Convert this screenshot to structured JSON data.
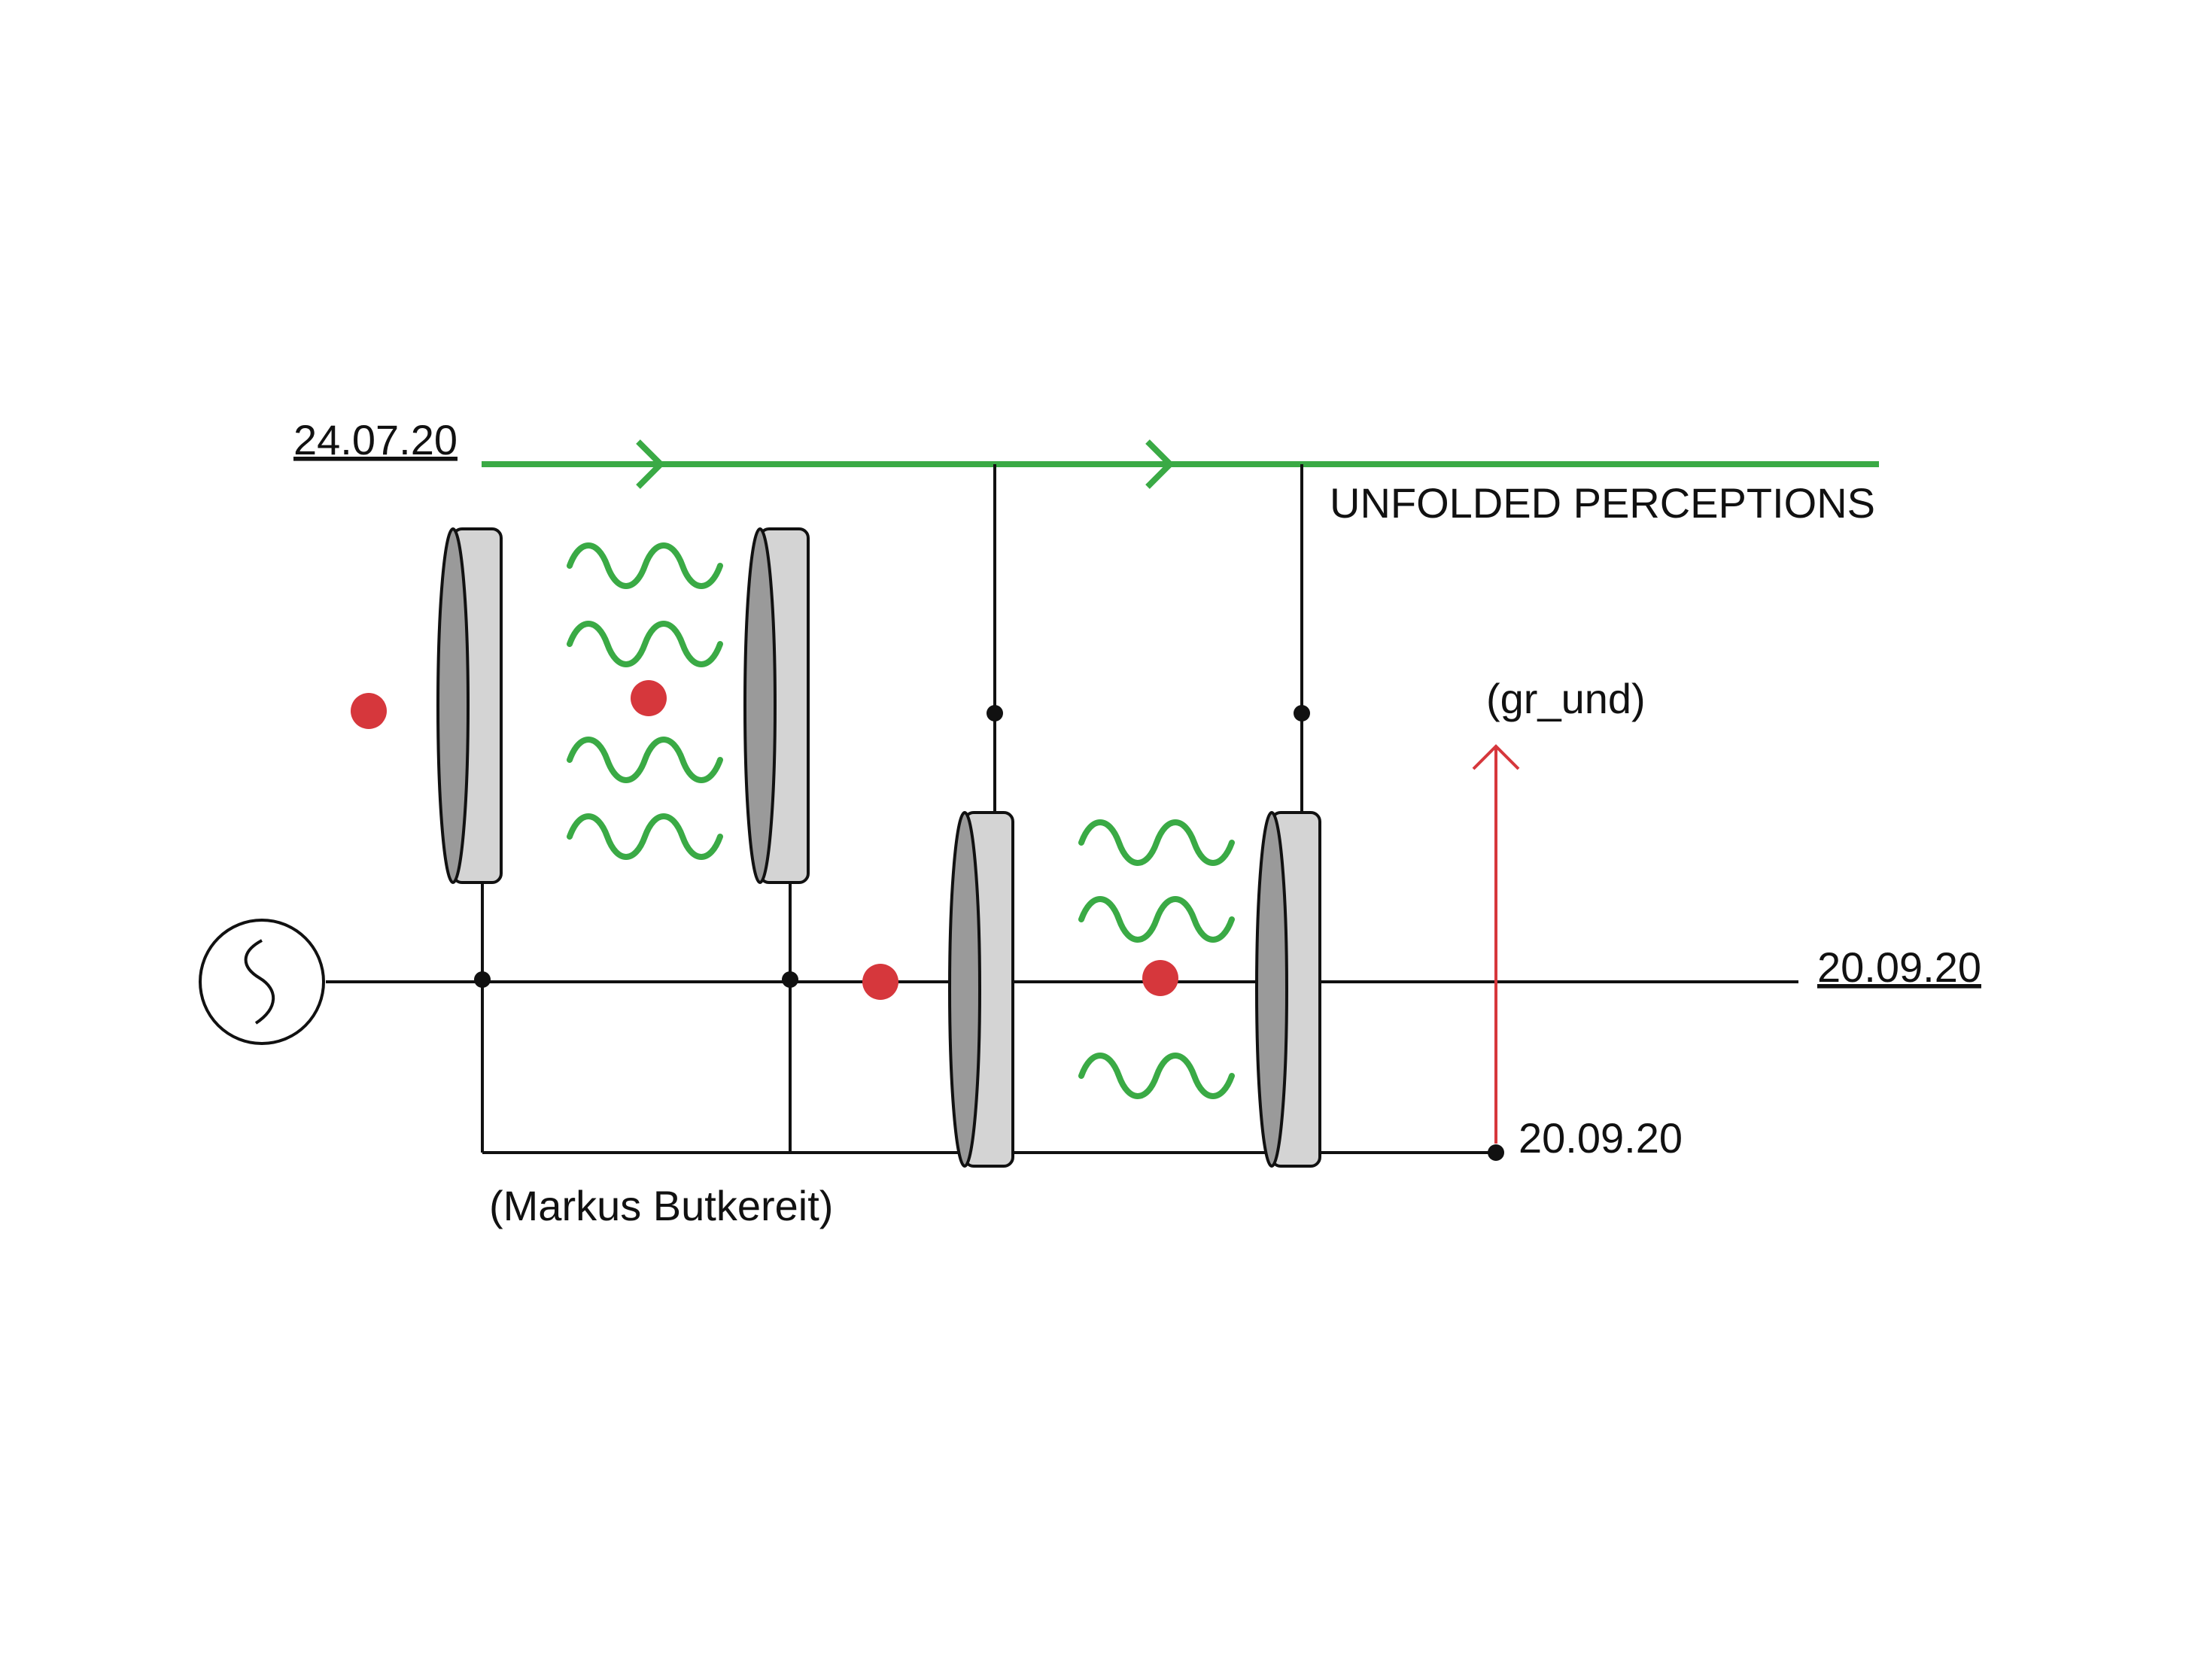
{
  "labels": {
    "top_date": "24.07.20",
    "right_date": "20.09.20",
    "bottom_date": "20.09.20",
    "unfolded": "UNFOLDED PERCEPTIONS",
    "gr_und": "(gr_und)",
    "author": "(Markus Butkereit)"
  },
  "icons": {
    "source": "ac-source-icon",
    "arrow": "upward-arrow-icon",
    "wave": "wave-icon",
    "dot": "particle-dot-icon",
    "lens": "lens-disc-icon"
  },
  "colors": {
    "line": "#111111",
    "green": "#3aaa45",
    "red": "#d6373c",
    "lens_face": "#d4d4d4",
    "lens_edge": "#9a9a9a"
  }
}
